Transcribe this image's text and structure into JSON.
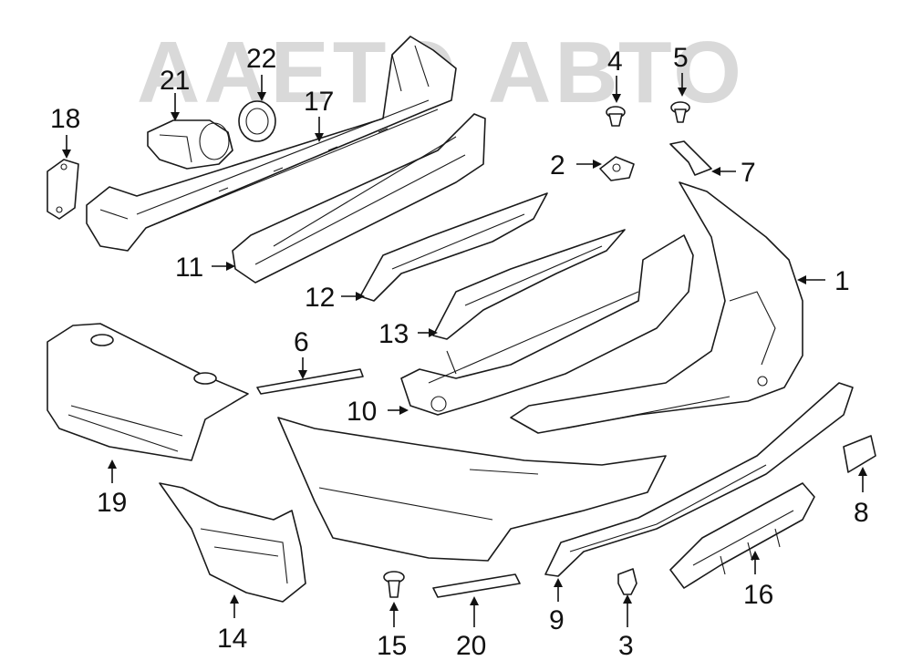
{
  "watermark": {
    "text": "AAETO АВТО"
  },
  "callouts": [
    {
      "id": "c1",
      "label": "1"
    },
    {
      "id": "c2",
      "label": "2"
    },
    {
      "id": "c3",
      "label": "3"
    },
    {
      "id": "c4",
      "label": "4"
    },
    {
      "id": "c5",
      "label": "5"
    },
    {
      "id": "c6",
      "label": "6"
    },
    {
      "id": "c7",
      "label": "7"
    },
    {
      "id": "c8",
      "label": "8"
    },
    {
      "id": "c9",
      "label": "9"
    },
    {
      "id": "c10",
      "label": "10"
    },
    {
      "id": "c11",
      "label": "11"
    },
    {
      "id": "c12",
      "label": "12"
    },
    {
      "id": "c13",
      "label": "13"
    },
    {
      "id": "c14",
      "label": "14"
    },
    {
      "id": "c15",
      "label": "15"
    },
    {
      "id": "c16",
      "label": "16"
    },
    {
      "id": "c17",
      "label": "17"
    },
    {
      "id": "c18",
      "label": "18"
    },
    {
      "id": "c19",
      "label": "19"
    },
    {
      "id": "c20",
      "label": "20"
    },
    {
      "id": "c21",
      "label": "21"
    },
    {
      "id": "c22",
      "label": "22"
    }
  ]
}
